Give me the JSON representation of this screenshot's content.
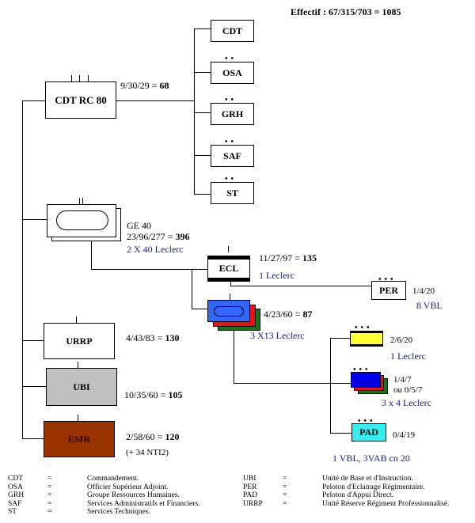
{
  "header": {
    "effectif": "Effectif : 67/315/703 = 1085"
  },
  "command": {
    "label": "CDT RC 80",
    "figures": "9/30/29 = ",
    "total": "68",
    "staff": [
      {
        "label": "CDT",
        "dots": ""
      },
      {
        "label": "OSA",
        "dots": "••"
      },
      {
        "label": "GRH",
        "dots": "••"
      },
      {
        "label": "SAF",
        "dots": "••"
      },
      {
        "label": "ST",
        "dots": "••"
      }
    ]
  },
  "ge": {
    "name": "GE 40",
    "figures": "23/96/277 = ",
    "total": "396",
    "equipment": "2 X 40 Leclerc"
  },
  "ecl": {
    "label": "ECL",
    "figures": "11/27/97 = ",
    "total": "135",
    "equipment": "1 Leclerc",
    "color": "#ffff33"
  },
  "per": {
    "label": "PER",
    "dots": "•••",
    "figures": "1/4/20",
    "equipment": "8 VBL"
  },
  "tank_group": {
    "figures": "4/23/60 = ",
    "total": "87",
    "equipment": "3 X13 Leclerc",
    "colors": {
      "front": "#3366ff",
      "middle": "#ee1111",
      "back": "#117711"
    }
  },
  "sub_units": {
    "yellow": {
      "dots": "•••",
      "figures": "2/6/20",
      "equipment": "1 Leclerc",
      "color": "#ffff33"
    },
    "tanks": {
      "dots": "•••",
      "figures": "1/4/7",
      "figures_alt": "ou 0/5/7",
      "equipment": "3 x 4 Leclerc",
      "color": "#0000ee"
    },
    "pad": {
      "label": "PAD",
      "dots": "•••",
      "figures": "0/4/19",
      "equipment": "1 VBL, 3VAB cn 20",
      "color": "#33eeee"
    }
  },
  "urrp": {
    "label": "URRP",
    "figures": "4/43/83 = ",
    "total": "130"
  },
  "ubi": {
    "label": "UBI",
    "figures": "10/35/60 = ",
    "total": "105",
    "color": "#c0c0c0"
  },
  "emr": {
    "label": "EMR",
    "figures": "2/58/60 = ",
    "total": "120",
    "note": "(+ 34 NTI2)",
    "color": "#993300"
  },
  "legend_left": [
    {
      "abbr": "CDT",
      "eq": "=",
      "text": "Commandement."
    },
    {
      "abbr": "OSA",
      "eq": "=",
      "text": "Officier Supérieur Adjoint."
    },
    {
      "abbr": "GRH",
      "eq": "=",
      "text": "Groupe Ressources Humaines."
    },
    {
      "abbr": "SAF",
      "eq": "=",
      "text": "Services Administratifs et Financiers."
    },
    {
      "abbr": "ST",
      "eq": "=",
      "text": "Services Techniques."
    }
  ],
  "legend_right": [
    {
      "abbr": "UBI",
      "eq": "=",
      "text": "Unité de Base et d'Instruction."
    },
    {
      "abbr": "PER",
      "eq": "=",
      "text": "Peloton d'Eclairage Régimentaire."
    },
    {
      "abbr": "PAD",
      "eq": "=",
      "text": "Peloton d'Appui Direct."
    },
    {
      "abbr": "URRP",
      "eq": "=",
      "text": "Unité Réserve Régiment Professionnalisé."
    }
  ]
}
